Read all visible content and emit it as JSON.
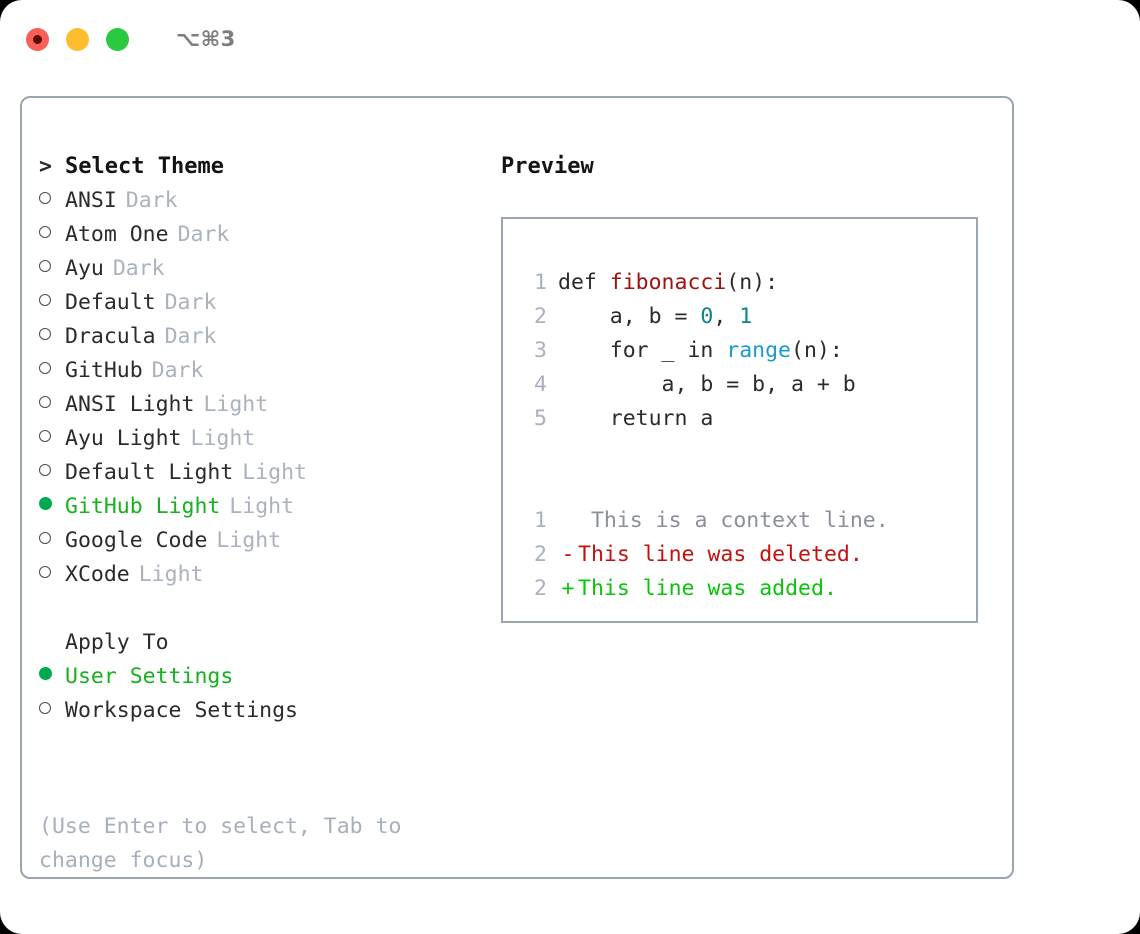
{
  "titlebar": {
    "lights": [
      {
        "name": "close-button",
        "color": "#fb6058"
      },
      {
        "name": "minimize-button",
        "color": "#fdbd2e"
      },
      {
        "name": "maximize-button",
        "color": "#2bc940"
      }
    ],
    "shortcut": "⌥⌘3"
  },
  "theme_picker": {
    "heading": "Select Theme",
    "prompt": ">",
    "selected_index": 9,
    "items": [
      {
        "label": "ANSI",
        "variant": "Dark",
        "selected": false
      },
      {
        "label": "Atom One",
        "variant": "Dark",
        "selected": false
      },
      {
        "label": "Ayu",
        "variant": "Dark",
        "selected": false
      },
      {
        "label": "Default",
        "variant": "Dark",
        "selected": false
      },
      {
        "label": "Dracula",
        "variant": "Dark",
        "selected": false
      },
      {
        "label": "GitHub",
        "variant": "Dark",
        "selected": false
      },
      {
        "label": "ANSI Light",
        "variant": "Light",
        "selected": false
      },
      {
        "label": "Ayu Light",
        "variant": "Light",
        "selected": false
      },
      {
        "label": "Default Light",
        "variant": "Light",
        "selected": false
      },
      {
        "label": "GitHub Light",
        "variant": "Light",
        "selected": true
      },
      {
        "label": "Google Code",
        "variant": "Light",
        "selected": false
      },
      {
        "label": "XCode",
        "variant": "Light",
        "selected": false
      }
    ]
  },
  "apply_to": {
    "heading": "Apply To",
    "options": [
      {
        "label": "User Settings",
        "selected": true
      },
      {
        "label": "Workspace Settings",
        "selected": false
      }
    ]
  },
  "hint": "(Use Enter to select, Tab to change focus)",
  "preview": {
    "title": "Preview",
    "code_lines": [
      {
        "lineno": "1",
        "segments": [
          {
            "text": "def ",
            "token": "plain"
          },
          {
            "text": "fibonacci",
            "token": "func"
          },
          {
            "text": "(n):",
            "token": "plain"
          }
        ]
      },
      {
        "lineno": "2",
        "segments": [
          {
            "text": "    a, b = ",
            "token": "plain"
          },
          {
            "text": "0",
            "token": "num"
          },
          {
            "text": ", ",
            "token": "plain"
          },
          {
            "text": "1",
            "token": "num"
          }
        ]
      },
      {
        "lineno": "3",
        "segments": [
          {
            "text": "    for _ in ",
            "token": "plain"
          },
          {
            "text": "range",
            "token": "builtin"
          },
          {
            "text": "(n):",
            "token": "plain"
          }
        ]
      },
      {
        "lineno": "4",
        "segments": [
          {
            "text": "        a, b = b, a + b",
            "token": "plain"
          }
        ]
      },
      {
        "lineno": "5",
        "segments": [
          {
            "text": "    return a",
            "token": "plain"
          }
        ]
      }
    ],
    "diff_lines": [
      {
        "lineno": "1",
        "sign": " ",
        "text": " This is a context line.",
        "kind": "context"
      },
      {
        "lineno": "2",
        "sign": "-",
        "text": "This line was deleted.",
        "kind": "delete"
      },
      {
        "lineno": "2",
        "sign": "+",
        "text": "This line was added.",
        "kind": "add"
      }
    ]
  },
  "colors": {
    "border": "#9aa4b3",
    "selected_green": "#17b01e",
    "bullet_green": "#00a94f",
    "variant_gray": "#aab2be",
    "func_red": "#a1120f",
    "num_teal": "#0b8484",
    "builtin_blue": "#1a9cc9",
    "diff_add_green": "#0bc30b",
    "diff_del_red": "#c1120f",
    "diff_context_gray": "#8a8f98"
  }
}
